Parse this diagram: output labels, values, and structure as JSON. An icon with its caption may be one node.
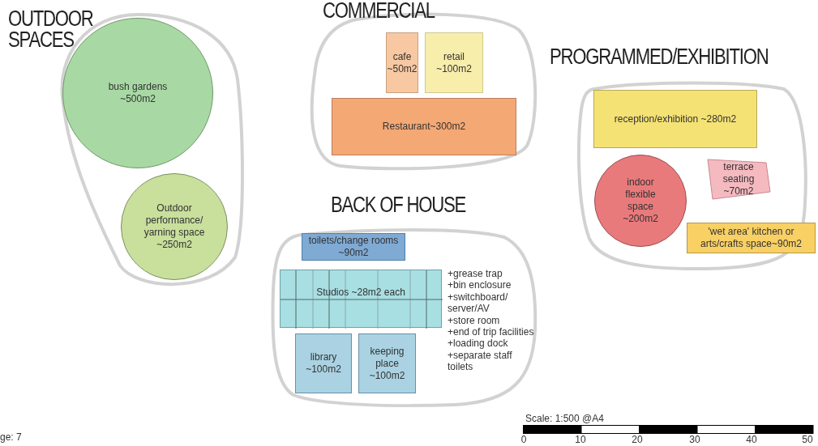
{
  "diagram": {
    "nodes": [
      {
        "text": [
          "OUTDOOR SPACES"
        ]
      },
      {
        "text": [
          "bush gardens ~500m2"
        ],
        "in": 0
      },
      {
        "text": [
          "Outdoor performance/ yarning space ~250m2"
        ],
        "in": 0
      },
      {
        "text": [
          "COMMERCIAL"
        ]
      },
      {
        "text": [
          "cafe ~50m2"
        ],
        "in": 3
      },
      {
        "text": [
          "retail ~100m2"
        ],
        "in": 3
      },
      {
        "text": [
          "Restaurant~300m2"
        ],
        "in": 3
      },
      {
        "text": [
          "PROGRAMMED/EXHIBITION"
        ]
      },
      {
        "text": [
          "reception/exhibition ~280m2"
        ],
        "in": 7
      },
      {
        "text": [
          "indoor flexible space ~200m2"
        ],
        "in": 7
      },
      {
        "text": [
          "terrace seating ~70m2"
        ],
        "in": 7
      },
      {
        "text": [
          "'wet area' kitchen or arts/crafts space~90m2"
        ],
        "in": 7
      },
      {
        "text": [
          "BACK OF HOUSE",
          "+grease trap",
          "+bin enclosure",
          "+switchboard/ server/AV",
          "+store room",
          "+end of trip facilities",
          "+loading dock",
          "+separate staff toilets"
        ]
      },
      {
        "text": [
          "toilets/change rooms ~90m2"
        ],
        "in": 12
      },
      {
        "text": [
          "Studios ~28m2 each"
        ],
        "in": 12
      },
      {
        "text": [
          "library ~100m2"
        ],
        "in": 12
      },
      {
        "text": [
          "keeping place ~100m2"
        ],
        "in": 12
      }
    ],
    "edges": [],
    "labels": [
      "ge: 7",
      "Scale: 1:500 @A4",
      "0",
      "10",
      "20",
      "30",
      "40",
      "50"
    ]
  }
}
